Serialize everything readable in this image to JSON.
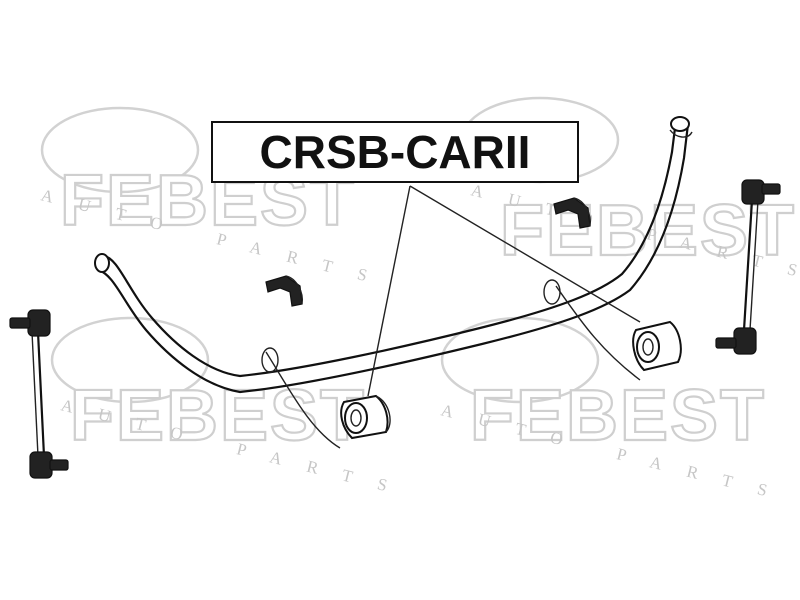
{
  "part_number": "CRSB-CARII",
  "watermark": {
    "brand": "FEBEST",
    "subtitle": "AUTO PARTS"
  },
  "colors": {
    "ink": "#111111",
    "watermark": "#cfcfcf",
    "background": "#ffffff"
  },
  "icons": [
    "stabilizer-bar",
    "bushing",
    "bracket",
    "stabilizer-link"
  ]
}
